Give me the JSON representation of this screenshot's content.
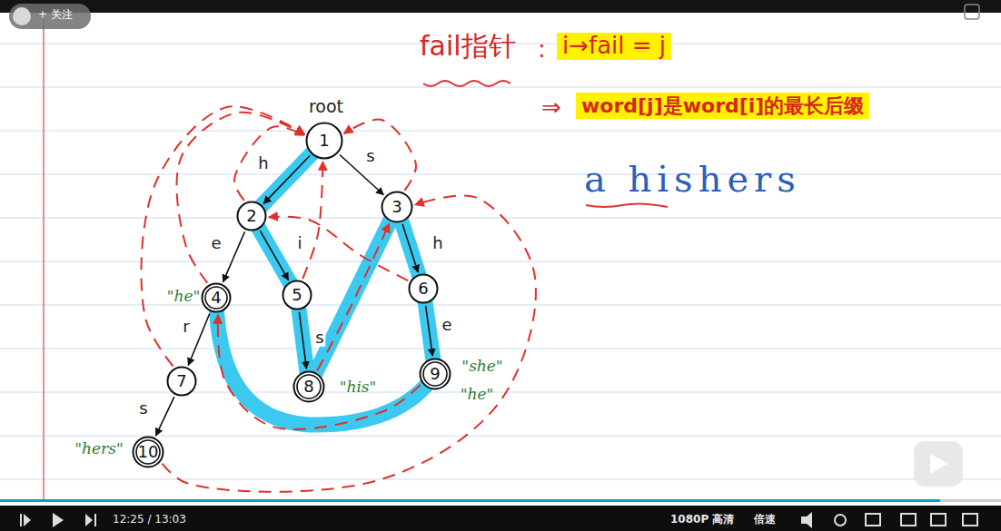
{
  "diagram": {
    "nodes": [
      {
        "text": [
          "root",
          "1"
        ]
      },
      {
        "text": [
          "2"
        ]
      },
      {
        "text": [
          "3"
        ]
      },
      {
        "text": [
          "\"he\"",
          "4"
        ]
      },
      {
        "text": [
          "5"
        ]
      },
      {
        "text": [
          "6"
        ]
      },
      {
        "text": [
          "7"
        ]
      },
      {
        "text": [
          "8",
          "\"his\""
        ]
      },
      {
        "text": [
          "9",
          "\"she\"",
          "\"he\""
        ]
      },
      {
        "text": [
          "\"hers\"",
          "10"
        ]
      }
    ],
    "edges": [
      {
        "from": 0,
        "to": 1,
        "arrow": "to",
        "label": "h"
      },
      {
        "from": 0,
        "to": 2,
        "arrow": "to",
        "label": "s"
      },
      {
        "from": 1,
        "to": 3,
        "arrow": "to",
        "label": "e"
      },
      {
        "from": 1,
        "to": 4,
        "arrow": "to",
        "label": "i"
      },
      {
        "from": 3,
        "to": 6,
        "arrow": "to",
        "label": "r"
      },
      {
        "from": 6,
        "to": 9,
        "arrow": "to",
        "label": "s"
      },
      {
        "from": 4,
        "to": 7,
        "arrow": "to",
        "label": "s"
      },
      {
        "from": 2,
        "to": 5,
        "arrow": "to",
        "label": "h"
      },
      {
        "from": 5,
        "to": 8,
        "arrow": "to",
        "label": "e"
      },
      {
        "from": 1,
        "to": 0,
        "arrow": "to"
      },
      {
        "from": 2,
        "to": 0,
        "arrow": "to"
      },
      {
        "from": 3,
        "to": 0,
        "arrow": "to"
      },
      {
        "from": 4,
        "to": 0,
        "arrow": "to"
      },
      {
        "from": 6,
        "to": 0,
        "arrow": "to"
      },
      {
        "from": 5,
        "to": 1,
        "arrow": "to"
      },
      {
        "from": 7,
        "to": 2,
        "arrow": "to"
      },
      {
        "from": 8,
        "to": 3,
        "arrow": "to"
      },
      {
        "from": 9,
        "to": 2,
        "arrow": "to"
      }
    ],
    "labels": [
      "fail指针",
      ":",
      "i→fail = j",
      "⇒",
      "word[j]是word[i]的最长后缀",
      "a hishers",
      "+ 关注",
      "12:25 / 13:03",
      "1080P 高清",
      "倍速"
    ]
  }
}
